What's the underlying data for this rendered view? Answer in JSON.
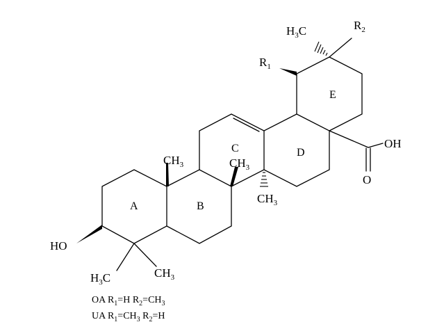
{
  "labels": {
    "h3c_top": "H3C",
    "r2": "R2",
    "r1": "R1",
    "ring_e": "E",
    "ring_c": "C",
    "ring_d": "D",
    "ring_a": "A",
    "ring_b": "B",
    "cooh": "COOH",
    "oh": "OH",
    "o": "O",
    "ch3_c10": "CH3",
    "ch3_c8": "CH3",
    "ch3_c14": "CH3",
    "ho": "HO",
    "h3c_bottom": "H3C",
    "ch3_bottom": "CH3"
  },
  "captions": [
    {
      "name": "OA",
      "r1": "H",
      "r2": "CH3"
    },
    {
      "name": "UA",
      "r1": "CH3",
      "r2": "H"
    }
  ]
}
